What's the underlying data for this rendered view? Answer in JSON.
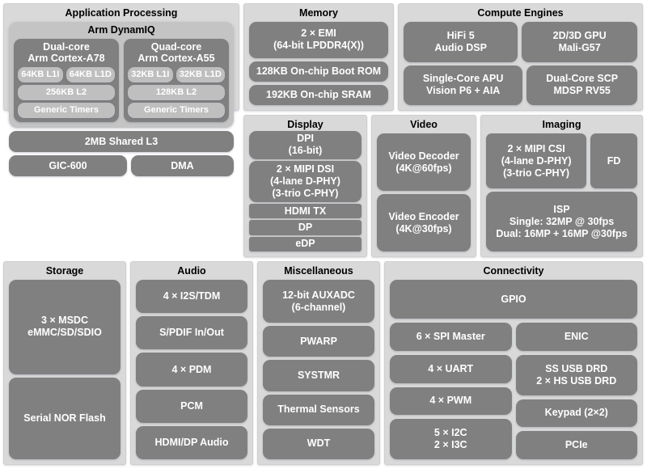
{
  "diagram": {
    "colors": {
      "panel_bg": "#d9d9d9",
      "block_dark": "#808080",
      "block_light": "#bfbfbf",
      "cluster_bg": "#c4c4c4",
      "text_on_block": "#ffffff",
      "title_text": "#000000"
    }
  },
  "app_processing": {
    "title": "Application Processing",
    "dynamiq_title": "Arm DynamIQ",
    "clusters": [
      {
        "line1": "Dual-core",
        "line2": "Arm Cortex-A78",
        "l1i": "64KB L1I",
        "l1d": "64KB L1D",
        "l2": "256KB L2",
        "timers": "Generic Timers"
      },
      {
        "line1": "Quad-core",
        "line2": "Arm Cortex-A55",
        "l1i": "32KB L1I",
        "l1d": "32KB L1D",
        "l2": "128KB L2",
        "timers": "Generic Timers"
      }
    ],
    "l3": "2MB Shared L3",
    "gic": "GIC-600",
    "dma": "DMA"
  },
  "memory": {
    "title": "Memory",
    "emi_line1": "2 × EMI",
    "emi_line2": "(64-bit LPDDR4(X))",
    "boot_rom": "128KB On-chip Boot ROM",
    "sram": "192KB On-chip SRAM"
  },
  "compute_engines": {
    "title": "Compute Engines",
    "dsp_line1": "HiFi 5",
    "dsp_line2": "Audio DSP",
    "gpu_line1": "2D/3D GPU",
    "gpu_line2": "Mali-G57",
    "apu_line1": "Single-Core APU",
    "apu_line2": "Vision P6 + AIA",
    "scp_line1": "Dual-Core SCP",
    "scp_line2": "MDSP RV55"
  },
  "display": {
    "title": "Display",
    "dpi_line1": "DPI",
    "dpi_line2": "(16-bit)",
    "dsi_line1": "2 × MIPI DSI",
    "dsi_line2": "(4-lane D-PHY)",
    "dsi_line3": "(3-trio C-PHY)",
    "hdmi_tx": "HDMI TX",
    "dp": "DP",
    "edp": "eDP"
  },
  "video": {
    "title": "Video",
    "decoder_line1": "Video Decoder",
    "decoder_line2": "(4K@60fps)",
    "encoder_line1": "Video Encoder",
    "encoder_line2": "(4K@30fps)"
  },
  "imaging": {
    "title": "Imaging",
    "csi_line1": "2 × MIPI CSI",
    "csi_line2": "(4-lane D-PHY)",
    "csi_line3": "(3-trio C-PHY)",
    "fd": "FD",
    "isp_line1": "ISP",
    "isp_line2": "Single: 32MP @ 30fps",
    "isp_line3": "Dual: 16MP + 16MP @30fps"
  },
  "storage": {
    "title": "Storage",
    "msdc_line1": "3 × MSDC",
    "msdc_line2": "eMMC/SD/SDIO",
    "nor_flash": "Serial NOR Flash"
  },
  "audio": {
    "title": "Audio",
    "items": [
      "4 × I2S/TDM",
      "S/PDIF In/Out",
      "4 × PDM",
      "PCM",
      "HDMI/DP Audio"
    ]
  },
  "miscellaneous": {
    "title": "Miscellaneous",
    "auxadc_line1": "12-bit AUXADC",
    "auxadc_line2": "(6-channel)",
    "pwarp": "PWARP",
    "systmr": "SYSTMR",
    "thermal": "Thermal Sensors",
    "wdt": "WDT"
  },
  "connectivity": {
    "title": "Connectivity",
    "gpio": "GPIO",
    "spi": "6 × SPI Master",
    "enic": "ENIC",
    "uart": "4 × UART",
    "usb_line1": "SS USB DRD",
    "usb_line2": "2 × HS USB DRD",
    "pwm": "4 × PWM",
    "keypad": "Keypad (2×2)",
    "i2c_line1": "5 × I2C",
    "i2c_line2": "2 × I3C",
    "pcie": "PCIe"
  }
}
